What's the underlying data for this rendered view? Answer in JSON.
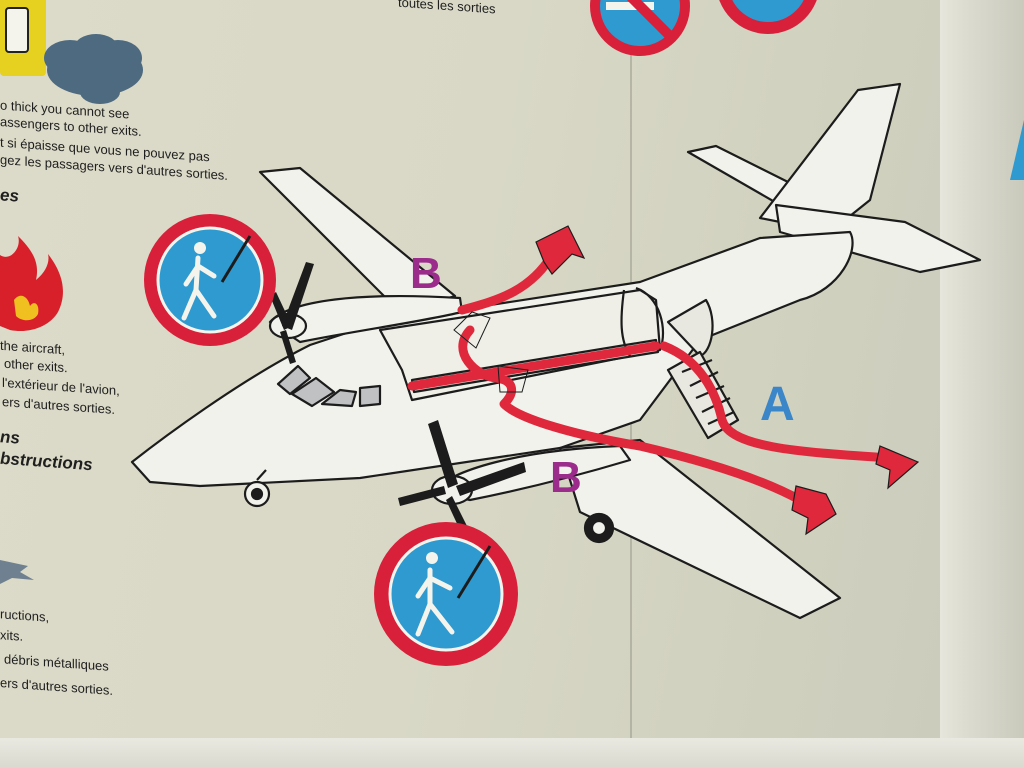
{
  "top_text": {
    "sorties_fragment": "toutes les sorties"
  },
  "smoke_section": {
    "en_line1": "o thick you cannot see",
    "en_line2": "assengers to other exits.",
    "fr_line1": "t si épaisse que vous ne pouvez pas",
    "fr_line2": "gez les passagers vers d'autres sorties.",
    "heading_fragment": "es"
  },
  "fire_section": {
    "en_line1": "the aircraft,",
    "en_line2": "other exits.",
    "fr_line1": "l'extérieur de l'avion,",
    "fr_line2": "ers d'autres sorties."
  },
  "obstruction_section": {
    "heading_line1": "ns",
    "heading_line2": "bstructions",
    "en_line1": "ructions,",
    "en_line2": "xits.",
    "fr_line1": "débris métalliques",
    "fr_line2": "ers d'autres sorties."
  },
  "diagram": {
    "label_a": "A",
    "label_b_top": "B",
    "label_b_bottom": "B"
  },
  "colors": {
    "route_red": "#e0283c",
    "label_b": "#9b2c8c",
    "label_a": "#3a86c8",
    "sign_red": "#d8203a",
    "sign_blue": "#2f9ad0",
    "fire": "#d8202a",
    "smoke": "#4d6a80"
  },
  "icons": {
    "smoke_cloud": "smoke-cloud-icon",
    "fire": "fire-icon",
    "no_walking_sign": "walking-person-prohibited-icon",
    "no_smoking_sign": "no-smoking-icon"
  }
}
